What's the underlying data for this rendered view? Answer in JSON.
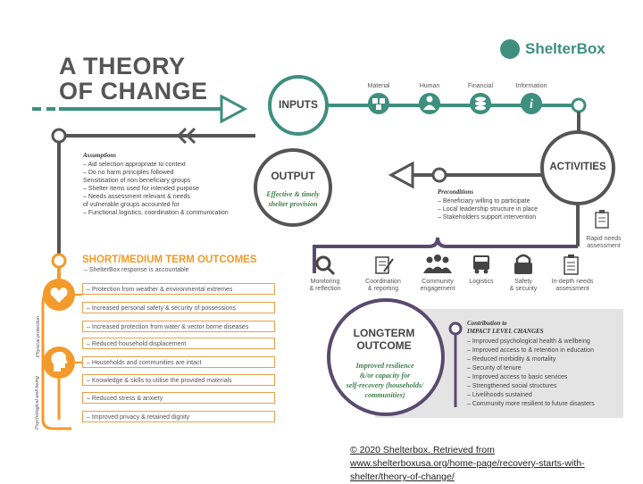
{
  "brand": {
    "logo_text": "ShelterBox"
  },
  "title": {
    "line1": "A THEORY",
    "line2": "OF CHANGE"
  },
  "inputs": {
    "label": "INPUTS",
    "items": [
      {
        "label": "Material",
        "icon": "boxes-icon"
      },
      {
        "label": "Human",
        "icon": "person-icon"
      },
      {
        "label": "Financial",
        "icon": "coins-icon"
      },
      {
        "label": "Information",
        "icon": "info-icon"
      }
    ]
  },
  "activities": {
    "label": "ACTIVITIES"
  },
  "output": {
    "label": "OUTPUT",
    "subtitle_line1": "Effective & timely",
    "subtitle_line2": "shelter provision"
  },
  "assumptions": {
    "header": "Assumptions",
    "items": [
      "– Aid selection appropriate to context",
      "– Do no harm principles followed",
      "   Sensitisation of non beneficiary groups",
      "– Shelter items used for intended purpose",
      "– Needs assessment relevant & needs",
      "   of vulnerable groups accounted for",
      "– Functional logistics, coordination & communication"
    ]
  },
  "preconditions": {
    "header": "Preconditions",
    "items": [
      "– Beneficiary willing to participate",
      "– Local leadership structure in place",
      "– Stakeholders support intervention"
    ]
  },
  "rapid_needs": {
    "line1": "Rapid needs",
    "line2": "assessment"
  },
  "activity_icons": [
    {
      "line1": "Monitoring",
      "line2": "& reflection",
      "icon": "magnifier-icon"
    },
    {
      "line1": "Coordination",
      "line2": "& reporting",
      "icon": "document-pen-icon"
    },
    {
      "line1": "Community",
      "line2": "engagement",
      "icon": "people-icon"
    },
    {
      "line1": "Logistics",
      "line2": "",
      "icon": "truck-icon"
    },
    {
      "line1": "Safety",
      "line2": "& security",
      "icon": "lock-icon"
    },
    {
      "line1": "In-depth needs",
      "line2": "assessment",
      "icon": "clipboard-icon"
    }
  ],
  "short_term": {
    "header": "SHORT/MEDIUM TERM OUTCOMES",
    "first_item": "– ShelterBox response is accountable",
    "items": [
      "– Protection from weather & environmental extremes",
      "– Increased personal safety & security of possessions",
      "– Increased protection from water & vector borne diseases",
      "– Reduced household displacement",
      "– Households and communities are intact",
      "– Knowledge & skills to utilise the provided materials",
      "– Reduced stress & anxiety",
      "– Improved privacy & retained dignity"
    ],
    "side_label_1": "Physical protection",
    "side_label_2": "Psychological well being"
  },
  "longterm": {
    "label_line1": "LONGTERM",
    "label_line2": "OUTCOME",
    "sub_lines": [
      "Improved resilience",
      "&/or capacity for",
      "self-recovery (households/",
      "communities)"
    ]
  },
  "impact": {
    "header_line1": "Contribution to",
    "header_line2": "IMPACT LEVEL CHANGES",
    "items": [
      "– Improved psychological health & wellbeing",
      "– Improved access to & retention in education",
      "– Reduced morbidity & mortality",
      "– Security of tenure",
      "– Improved access to basic services",
      "– Strengthened social structures",
      "– Livelihoods sustained",
      "– Community more resilient to future disasters"
    ]
  },
  "footer": {
    "line1": "© 2020 Shelterbox.  Retrieved from",
    "line2": "www.shelterboxusa.org/home-page/recovery-starts-with-",
    "line3": "shelter/theory-of-change/"
  },
  "colors": {
    "teal": "#3e8f7e",
    "dark": "#555555",
    "purple": "#5a4a6e",
    "orange": "#f39a2a",
    "green_text": "#3f7e4d",
    "gray_panel": "#e4e4e4"
  }
}
